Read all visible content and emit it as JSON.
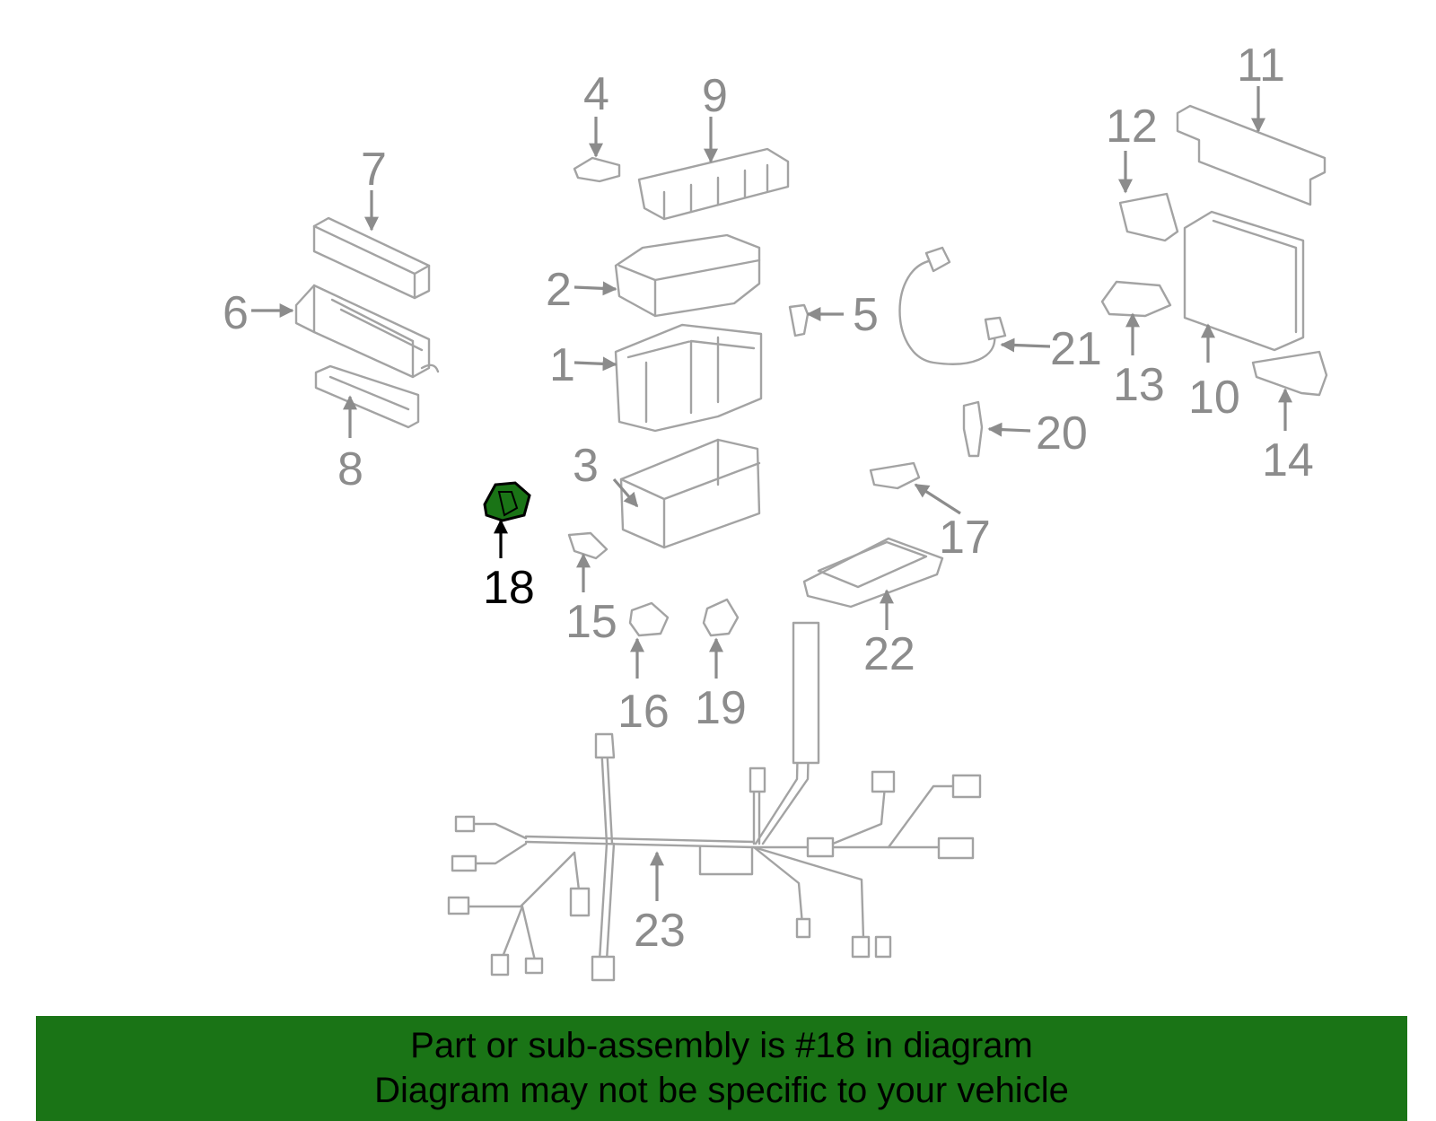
{
  "diagram": {
    "highlight_color": "#1a7416",
    "callouts": [
      "1",
      "2",
      "3",
      "4",
      "5",
      "6",
      "7",
      "8",
      "9",
      "10",
      "11",
      "12",
      "13",
      "14",
      "15",
      "16",
      "17",
      "18",
      "19",
      "20",
      "21",
      "22",
      "23"
    ],
    "highlighted_part": "18"
  },
  "banner": {
    "line1": "Part or sub-assembly is #18 in diagram",
    "line2": "Diagram may not be specific to your vehicle",
    "background": "#1a7416"
  }
}
